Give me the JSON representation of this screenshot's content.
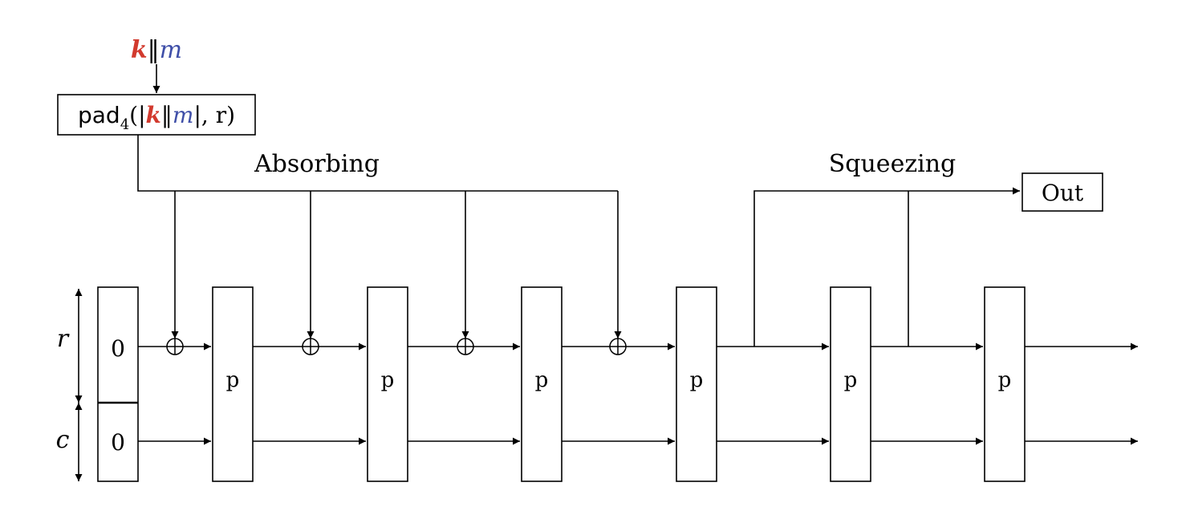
{
  "input": {
    "k": "k",
    "sep": "‖",
    "m": "m"
  },
  "pad": {
    "fn": "pad",
    "sub": "4",
    "open": "(|",
    "k": "k",
    "sep": "‖",
    "m": "m",
    "close": "|, r)"
  },
  "phases": {
    "absorbing": "Absorbing",
    "squeezing": "Squeezing"
  },
  "output": "Out",
  "state": {
    "rate_label": "r",
    "capacity_label": "c",
    "rate_init": "0",
    "capacity_init": "0"
  },
  "permutation_label": "p",
  "permutations": [
    "p",
    "p",
    "p",
    "p",
    "p",
    "p"
  ],
  "colors": {
    "key": "#d23a2e",
    "message": "#3f4fa8",
    "phase_label": "#3f4fa8",
    "line": "#000000"
  }
}
